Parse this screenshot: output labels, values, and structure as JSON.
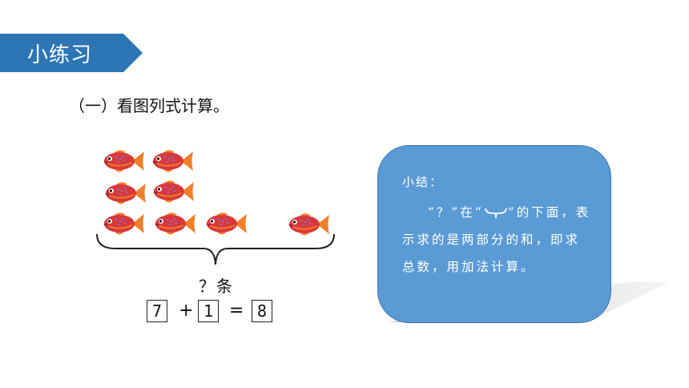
{
  "slide": {
    "banner_title": "小练习",
    "heading": "（一）看图列式计算。",
    "question_label": "？条"
  },
  "equation": {
    "left_operand": "7",
    "operator": "+",
    "right_operand": "1",
    "equals": "=",
    "result": "8"
  },
  "summary": {
    "label": "小结：",
    "body_before": "“？”在“",
    "body_after": "”的下面，表示求的是两部分的和，即求总数，用加法计算。"
  },
  "fish_rows": [
    2,
    2,
    4
  ],
  "colors": {
    "banner": "#2e75b6",
    "card": "#5b9bd5",
    "fish_body": "#d9383a",
    "fish_fin": "#f07f2a"
  },
  "icons": {
    "fish": "fish-icon",
    "brace": "brace-icon"
  }
}
